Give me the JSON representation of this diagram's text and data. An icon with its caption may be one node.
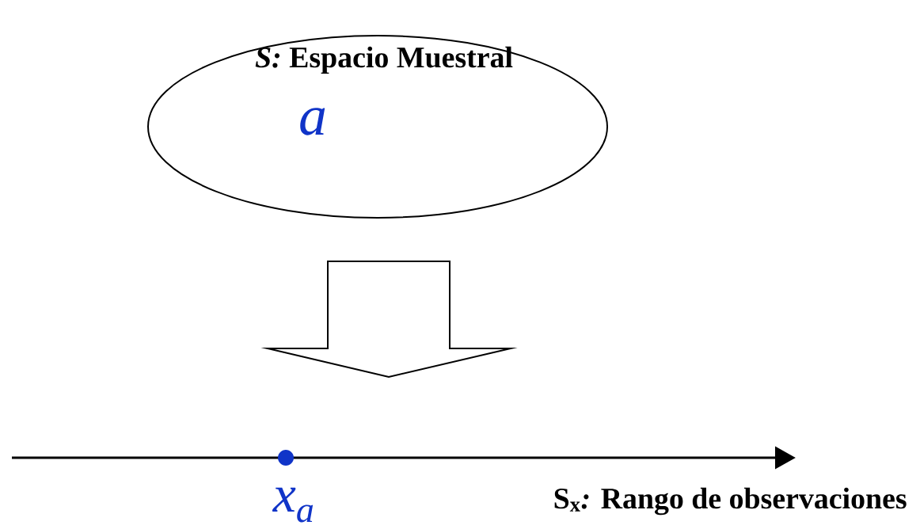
{
  "diagram": {
    "nodes": [
      {
        "text": [
          "*S:* Espacio Muestral",
          "a"
        ]
      },
      {
        "text": [],
        "shape": "circle",
        "beside": [
          "x$_{a}$"
        ]
      }
    ],
    "labels": [
      "S$_{x}$*:* Rango de observaciones"
    ]
  }
}
